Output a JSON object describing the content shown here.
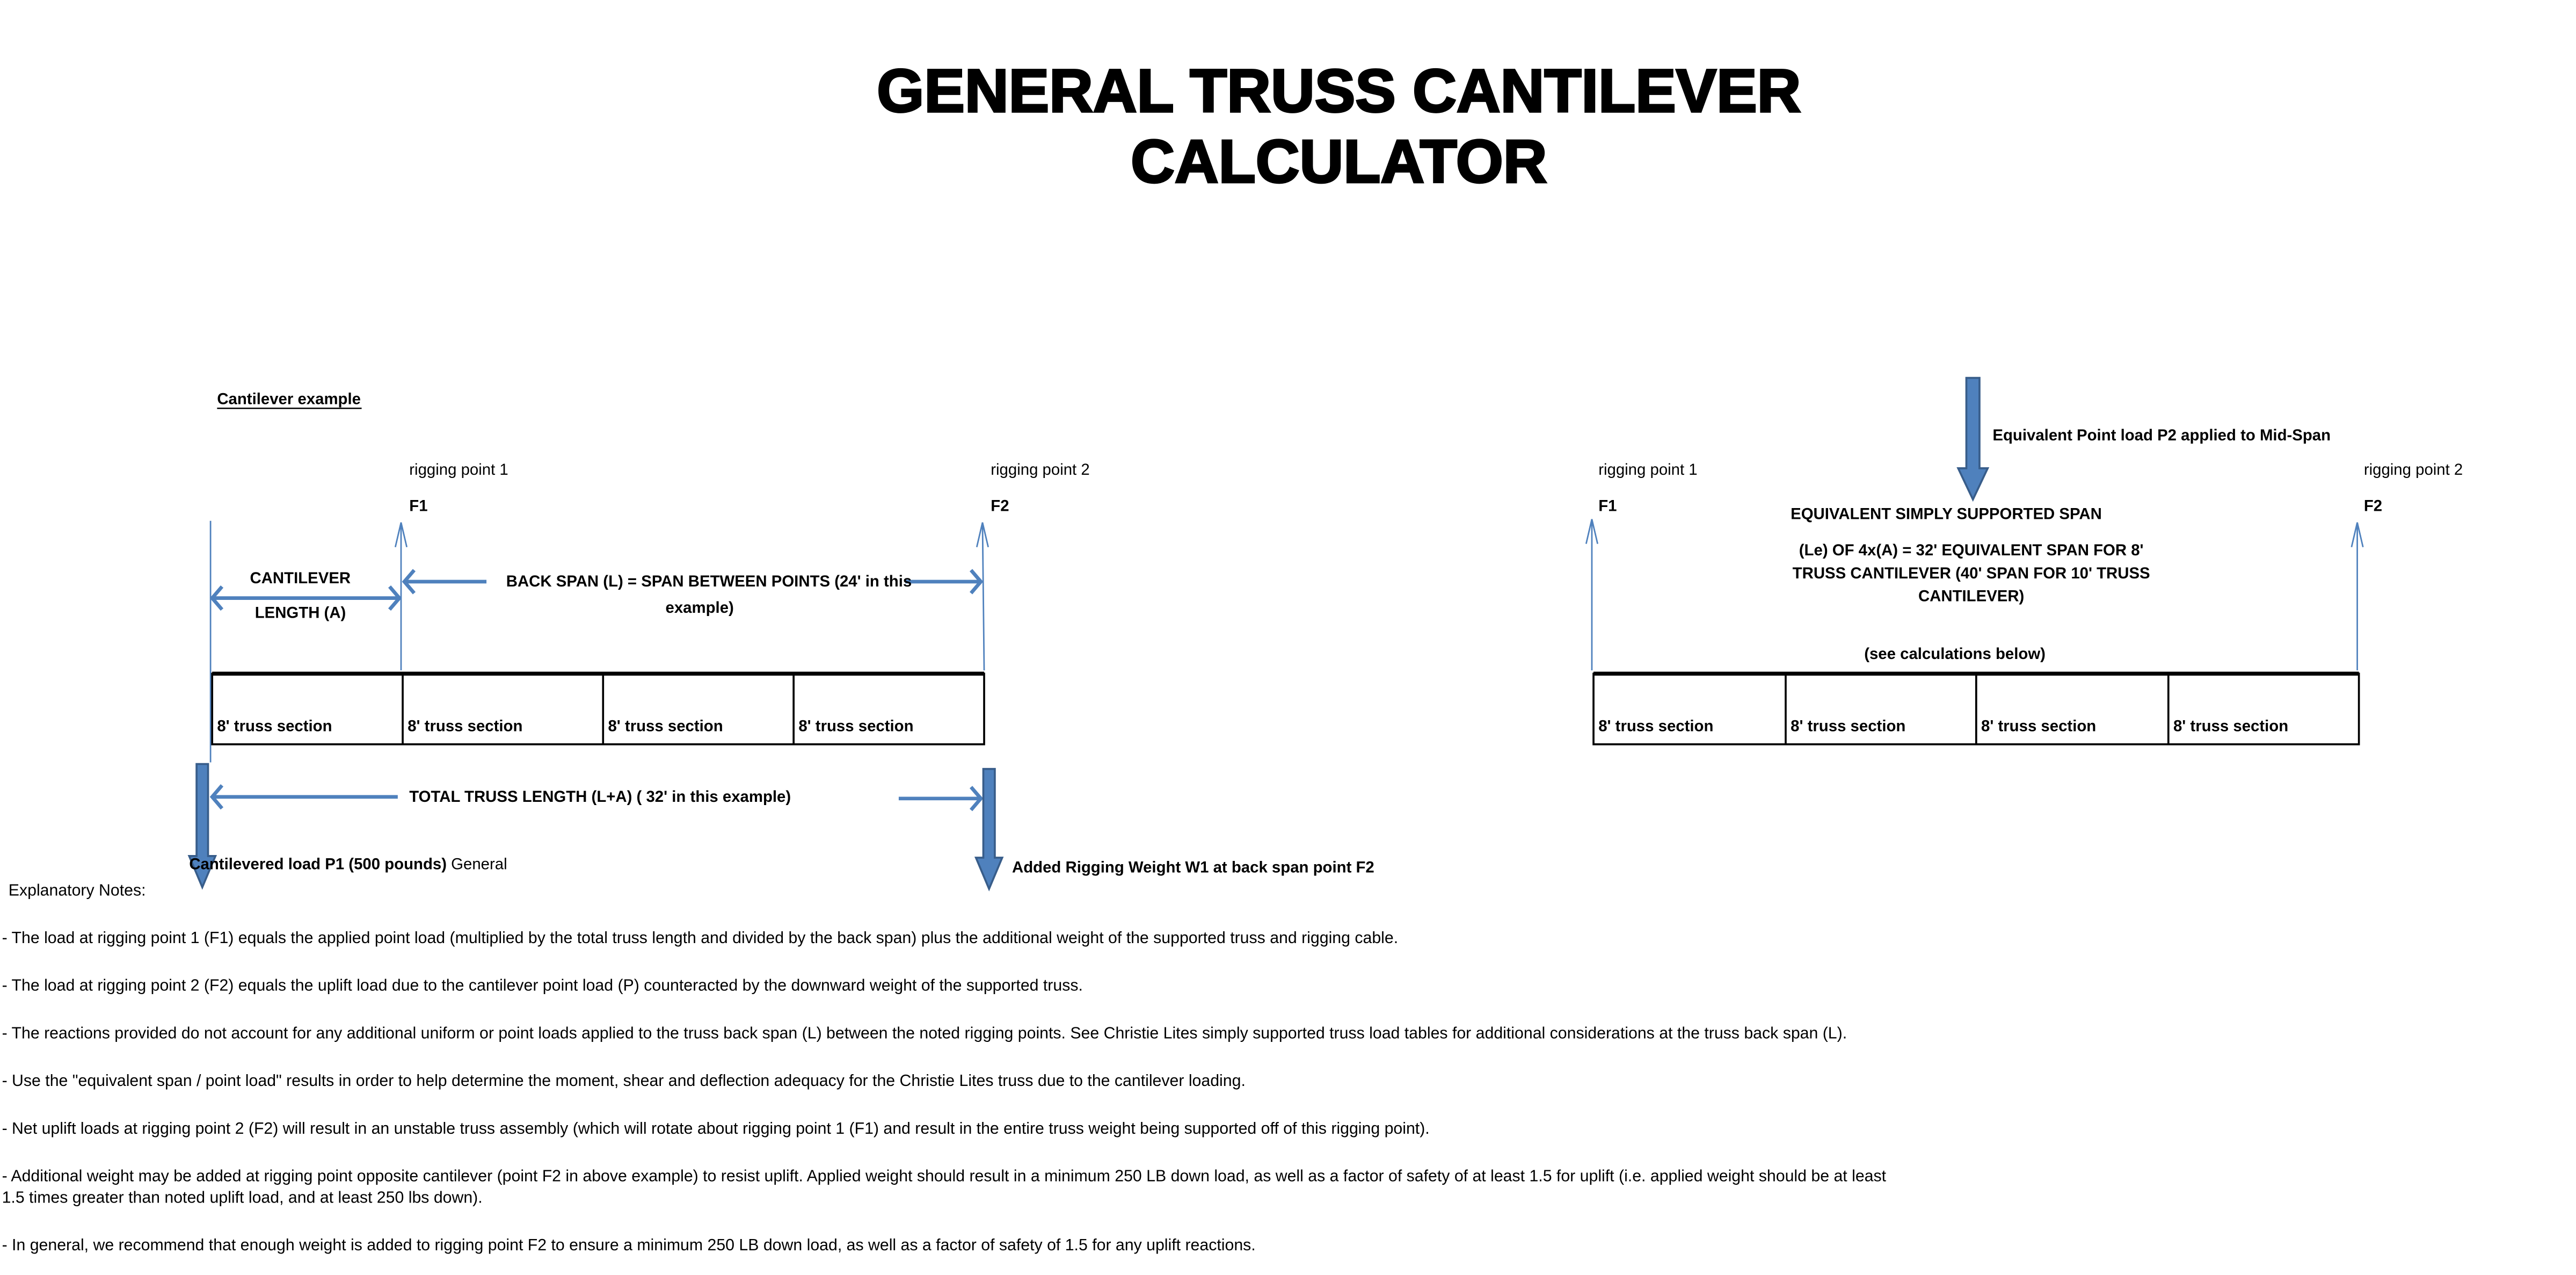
{
  "title": {
    "line1": "GENERAL TRUSS CANTILEVER",
    "line2": "CALCULATOR"
  },
  "colors": {
    "arrow": "#4f81bd",
    "arrow_border": "#385d8a"
  },
  "cantilever_diagram": {
    "heading": "Cantilever example",
    "rigging_point_1": "rigging point 1",
    "f1": "F1",
    "rigging_point_2": "rigging point 2",
    "f2": "F2",
    "cantilever_line1": "CANTILEVER",
    "cantilever_line2": "LENGTH (A)",
    "back_span_line1": "BACK SPAN (L) = SPAN BETWEEN POINTS  (24' in this",
    "back_span_line2": "example)",
    "sections": [
      "8' truss section",
      "8' truss section",
      "8' truss section",
      "8' truss section"
    ],
    "total_length": "TOTAL TRUSS LENGTH (L+A)  ( 32' in this example)",
    "load_p1_bold": "Cantilevered load P1 (500 pounds)",
    "load_p1_normal": " General",
    "weight_w1": "Added Rigging Weight W1 at back span point F2"
  },
  "equivalent_diagram": {
    "point_load": "Equivalent Point load P2 applied to Mid-Span",
    "rigging_point_1": "rigging point 1",
    "f1": "F1",
    "rigging_point_2": "rigging point 2",
    "f2": "F2",
    "heading": "EQUIVALENT SIMPLY SUPPORTED SPAN",
    "desc_line1": "(Le) OF 4x(A) = 32' EQUIVALENT SPAN FOR 8'",
    "desc_line2": "TRUSS CANTILEVER  (40' SPAN FOR 10' TRUSS",
    "desc_line3": "CANTILEVER)",
    "see_calc": "(see calculations below)",
    "sections": [
      "8' truss section",
      "8' truss section",
      "8' truss section",
      "8' truss section"
    ]
  },
  "notes": {
    "heading": "Explanatory Notes:",
    "items": [
      "-  The load at rigging point 1 (F1) equals the applied point load (multiplied by the total truss length and divided by the back span) plus the additional weight of the supported truss and rigging cable.",
      "-  The load at rigging point 2 (F2) equals the uplift load due to the cantilever point load (P) counteracted by the downward weight of the supported truss.",
      "-  The reactions provided do not account for any additional uniform or point loads applied to the truss back span (L) between the noted rigging points.  See Christie Lites simply supported truss load tables for additional considerations at the truss back span (L).",
      "-  Use the \"equivalent span / point load\" results in order to help determine the moment, shear and deflection adequacy for the Christie Lites truss due to the cantilever loading.",
      "-  Net uplift loads at rigging point 2 (F2) will result in an unstable truss assembly (which will rotate about rigging point 1 (F1) and result in the entire truss weight being supported off of this rigging point).",
      "-  Additional weight may be added at rigging point opposite cantilever (point F2 in above example) to resist uplift.  Applied weight should result in a minimum 250 LB down load, as well as a factor of safety of at least 1.5 for uplift (i.e. applied weight should be at least",
      "1.5 times greater than noted uplift load, and at least 250 lbs down).",
      "-  In general, we recommend that enough weight is added to rigging point F2 to ensure a minimum 250 LB down load, as well as a factor of safety of 1.5 for any uplift reactions."
    ]
  }
}
